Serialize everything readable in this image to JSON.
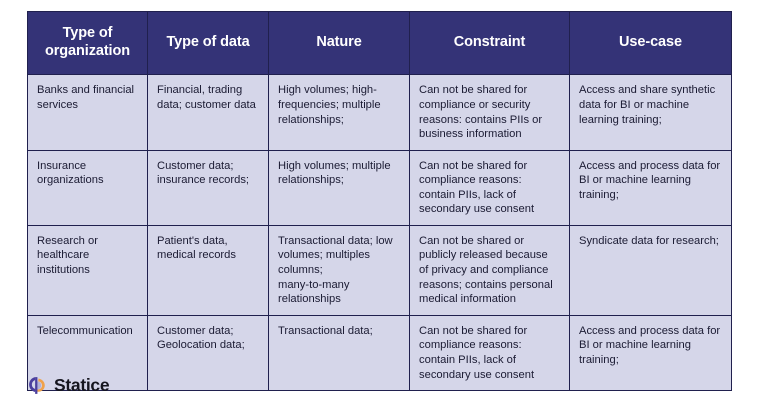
{
  "table": {
    "headers": [
      "Type of\norganization",
      "Type of data",
      "Nature",
      "Constraint",
      "Use-case"
    ],
    "rows": [
      {
        "organization": "Banks and financial services",
        "data_type": "Financial, trading data; customer data",
        "nature": "High volumes; high-frequencies; multiple relationships;",
        "constraint": "Can not be shared for compliance or security reasons: contains PIIs or business information",
        "use_case": "Access and share synthetic data for BI or machine learning training;"
      },
      {
        "organization": "Insurance organizations",
        "data_type": "Customer data; insurance records;",
        "nature": "High volumes; multiple relationships;",
        "constraint": "Can not be shared for compliance reasons: contain PIIs, lack of secondary use consent",
        "use_case": "Access and process data for BI or machine learning training;"
      },
      {
        "organization": "Research or healthcare institutions",
        "data_type": "Patient's data, medical records",
        "nature": "Transactional data; low volumes; multiples columns;\nmany-to-many relationships",
        "constraint": "Can not be shared or publicly released because of privacy and compliance reasons; contains personal medical information",
        "use_case": "Syndicate data for research;"
      },
      {
        "organization": "Telecommunication",
        "data_type": "Customer data; Geolocation data;",
        "nature": "Transactional data;",
        "constraint": "Can not be shared for compliance reasons: contain PIIs, lack of secondary use consent",
        "use_case": "Access and process data for BI or machine learning training;"
      }
    ]
  },
  "footer": {
    "brand_name": "Statice",
    "logo_icon": "statice-logo-icon"
  },
  "colors": {
    "header_bg": "#343377",
    "header_text": "#ffffff",
    "cell_bg": "#d5d6e9",
    "cell_text": "#1b1b33",
    "border": "#20204e",
    "logo_purple": "#4b3f9e",
    "logo_orange": "#f0a24b",
    "page_bg": "#ffffff"
  }
}
